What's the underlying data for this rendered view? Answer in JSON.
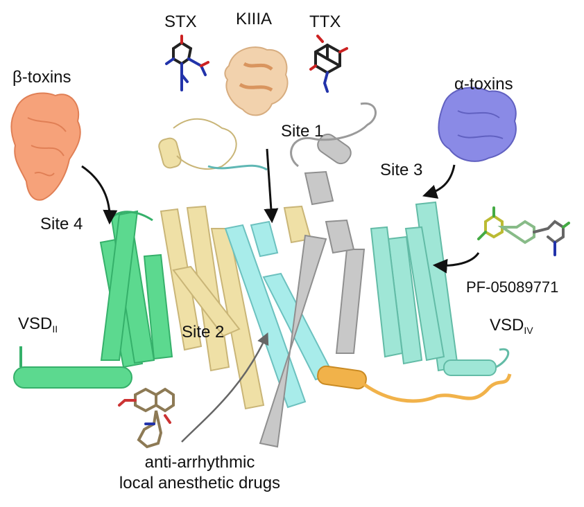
{
  "labels": {
    "stx": "STX",
    "kiiia": "KIIIA",
    "ttx": "TTX",
    "beta_toxins": "β-toxins",
    "alpha_toxins": "α-toxins",
    "site1": "Site 1",
    "site2": "Site 2",
    "site3": "Site 3",
    "site4": "Site 4",
    "pf": "PF-05089771",
    "vsd_ii_main": "VSD",
    "vsd_ii_sub": "II",
    "vsd_iv_main": "VSD",
    "vsd_iv_sub": "IV",
    "drugs_line1": "anti-arrhythmic",
    "drugs_line2": "local anesthetic drugs"
  },
  "colors": {
    "vsd_ii_green": "#5cd98f",
    "vsd_iv_cyan": "#9fe6d6",
    "pore_yellow": "#efe0a6",
    "pore_cyan": "#a8ecea",
    "pore_gray": "#c8c8c8",
    "linker_orange": "#f1b24a",
    "beta_toxin": "#f6a27a",
    "alpha_toxin": "#8a8ae6",
    "kiiia": "#f2d2ad",
    "arrow": "#111111",
    "arrow_gray": "#666666"
  }
}
